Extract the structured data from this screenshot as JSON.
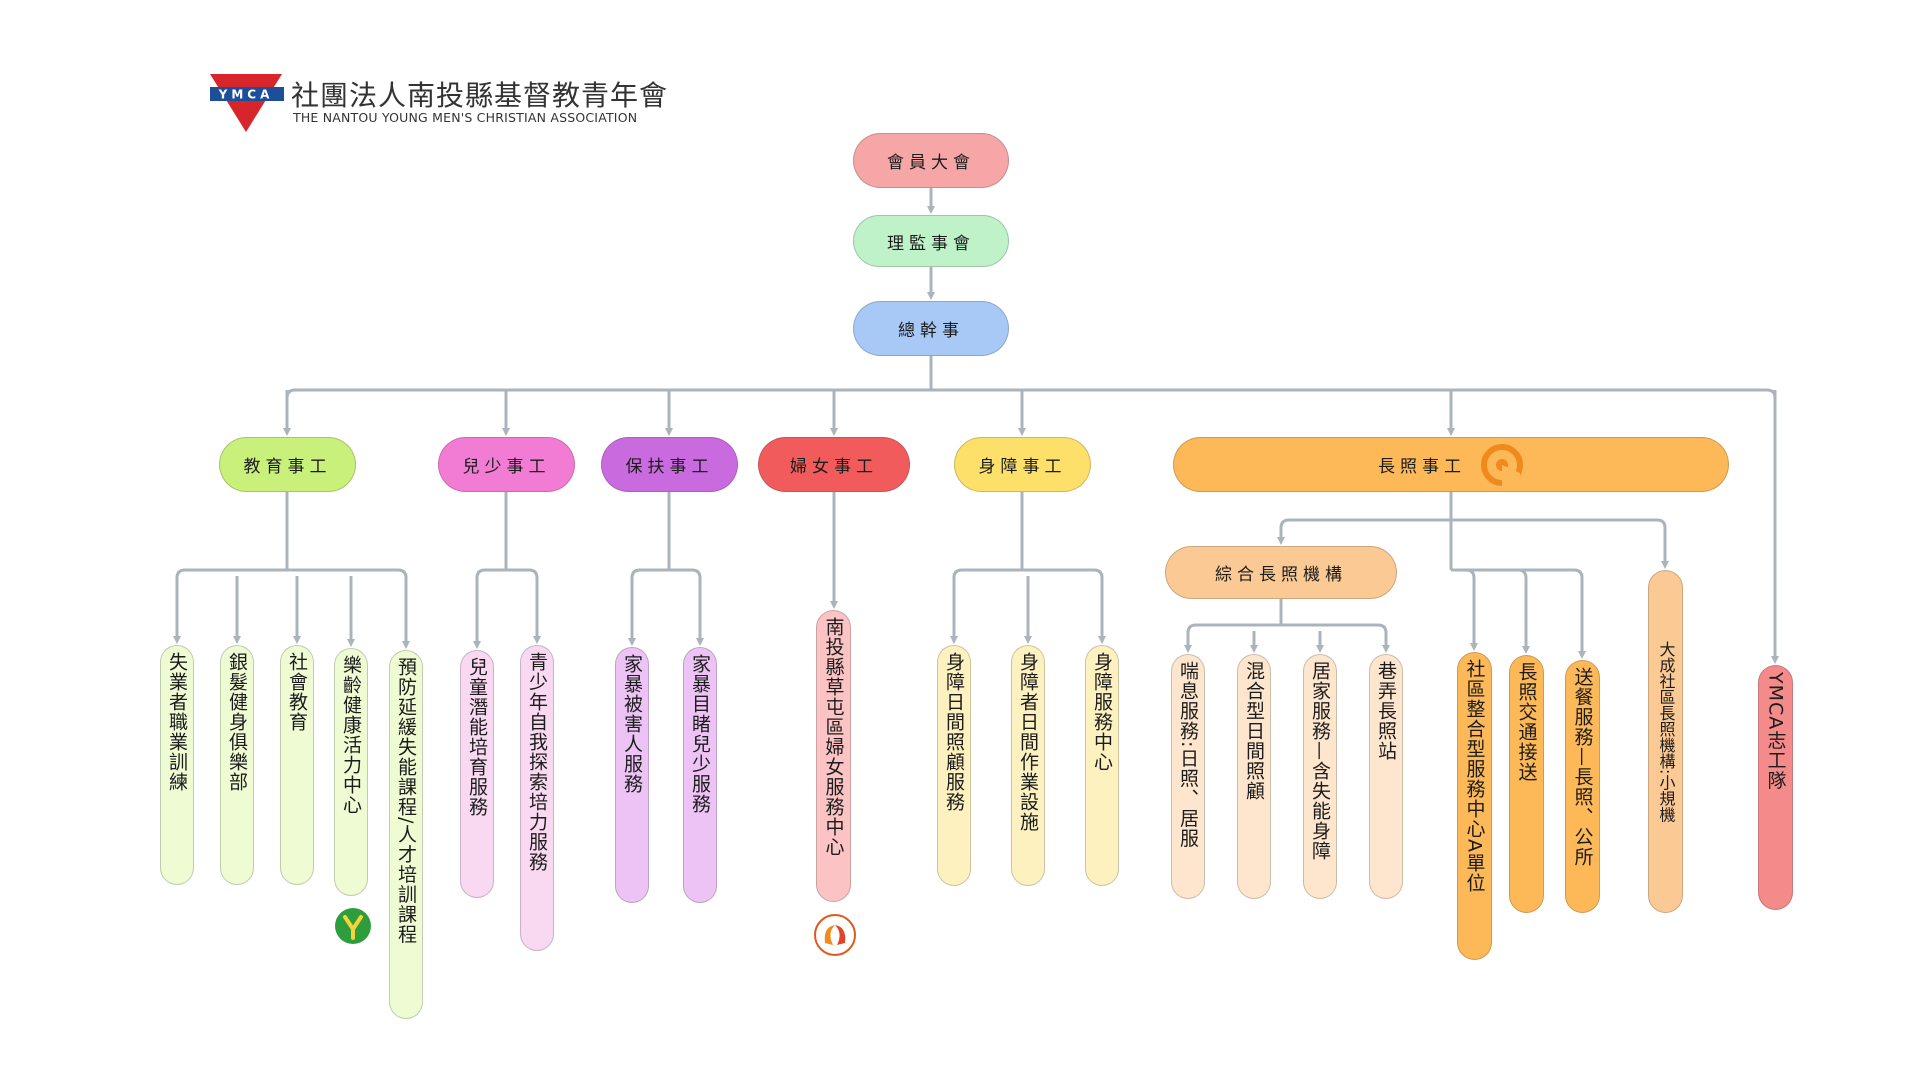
{
  "header": {
    "logo_text": "YMCA",
    "org_name_cn": "社團法人南投縣基督教青年會",
    "org_name_en": "THE NANTOU YOUNG MEN'S CHRISTIAN ASSOCIATION"
  },
  "colors": {
    "connector": "#a9b4bd",
    "members": "#f6a6a6",
    "board": "#bff2c8",
    "director": "#a8c8f5",
    "edu": "#c9f07a",
    "edu_light": "#eefbd3",
    "child": "#f27bd3",
    "child_light": "#f9d8f1",
    "protect": "#c96bde",
    "protect_light": "#ecc3f4",
    "women": "#f25b5b",
    "women_light": "#fbc3c3",
    "disab": "#fde06a",
    "disab_light": "#fdf1bf",
    "ltc": "#fdb857",
    "ltc_mid": "#fbc993",
    "ltc_light": "#fde6cd",
    "volunteer": "#f48a8a"
  },
  "top": {
    "members": "會員大會",
    "board": "理監事會",
    "director": "總幹事"
  },
  "departments": [
    {
      "id": "edu",
      "label": "教育事工",
      "icon": "y-leaf-icon",
      "children": [
        "失業者職業訓練",
        "銀髮健身俱樂部",
        "社會教育",
        "樂齡健康活力中心",
        "預防延緩失能課程/人才培訓課程"
      ]
    },
    {
      "id": "child",
      "label": "兒少事工",
      "children": [
        "兒童潛能培育服務",
        "青少年自我探索培力服務"
      ]
    },
    {
      "id": "protect",
      "label": "保扶事工",
      "children": [
        "家暴被害人服務",
        "家暴目睹兒少服務"
      ]
    },
    {
      "id": "women",
      "label": "婦女事工",
      "icon": "women-center-icon",
      "children": [
        "南投縣草屯區婦女服務中心"
      ]
    },
    {
      "id": "disab",
      "label": "身障事工",
      "children": [
        "身障日間照顧服務",
        "身障者日間作業設施",
        "身障服務中心"
      ]
    },
    {
      "id": "ltc",
      "label": "長照事工",
      "icon": "ltc-logo-icon",
      "sub": {
        "label": "綜合長照機構",
        "children": [
          "喘息服務:日照、居服",
          "混合型日間照顧",
          "居家服務—含失能身障",
          "巷弄長照站"
        ]
      },
      "children": [
        "社區整合型服務中心A單位",
        "長照交通接送",
        "送餐服務—長照、公所",
        "大成社區長照機構:小規機"
      ]
    }
  ],
  "volunteer": "YMCA志工隊"
}
